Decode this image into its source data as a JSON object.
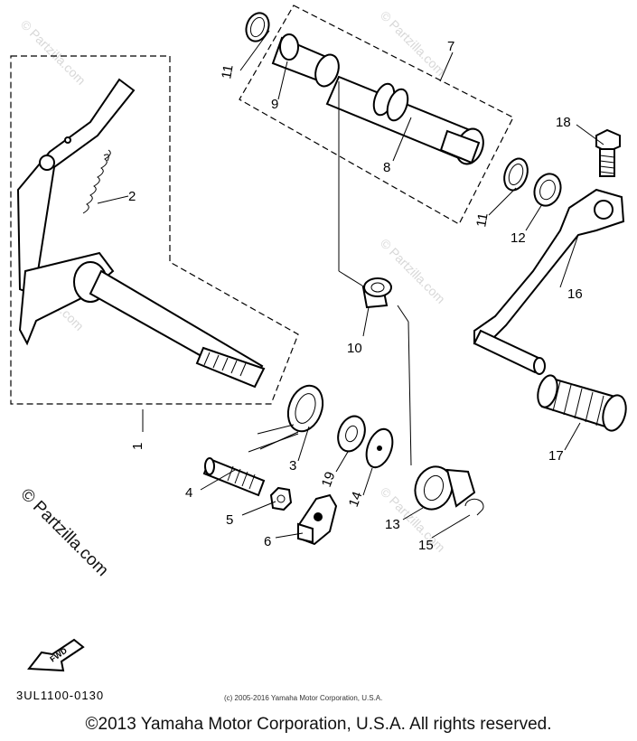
{
  "parts": [
    {
      "id": "1",
      "label": "1"
    },
    {
      "id": "2",
      "label": "2"
    },
    {
      "id": "3",
      "label": "3"
    },
    {
      "id": "4",
      "label": "4"
    },
    {
      "id": "5",
      "label": "5"
    },
    {
      "id": "6",
      "label": "6"
    },
    {
      "id": "7",
      "label": "7"
    },
    {
      "id": "8",
      "label": "8"
    },
    {
      "id": "9",
      "label": "9"
    },
    {
      "id": "10",
      "label": "10"
    },
    {
      "id": "11a",
      "label": "11"
    },
    {
      "id": "11b",
      "label": "11"
    },
    {
      "id": "12",
      "label": "12"
    },
    {
      "id": "13",
      "label": "13"
    },
    {
      "id": "14",
      "label": "14"
    },
    {
      "id": "15",
      "label": "15"
    },
    {
      "id": "16",
      "label": "16"
    },
    {
      "id": "17",
      "label": "17"
    },
    {
      "id": "18",
      "label": "18"
    },
    {
      "id": "19",
      "label": "19"
    }
  ],
  "watermark": "© Partzilla.com",
  "fwd_label": "FWD",
  "doc_code": "3UL1100-0130",
  "small_copyright": "(c) 2005-2016 Yamaha Motor Corporation, U.S.A.",
  "footer_copyright": "©2013 Yamaha Motor Corporation, U.S.A. All rights reserved."
}
